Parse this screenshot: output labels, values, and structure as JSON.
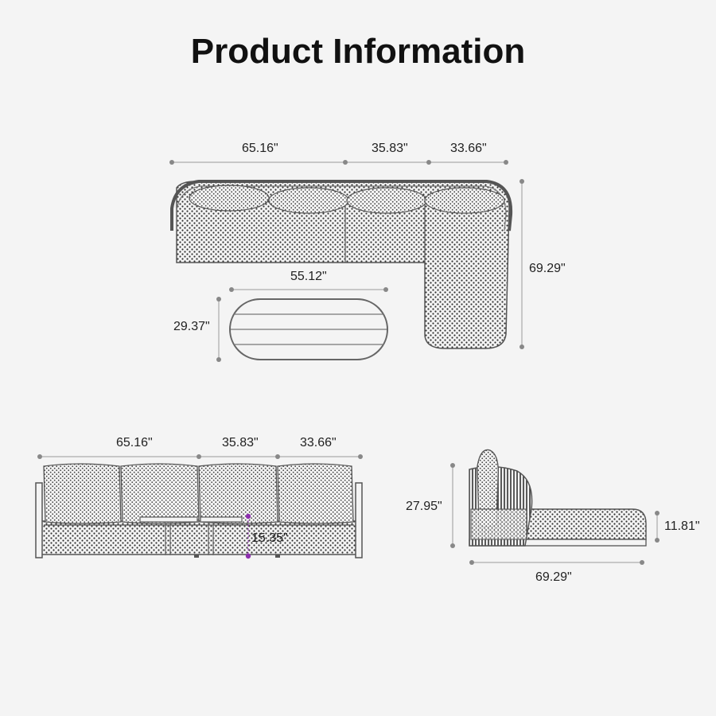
{
  "title": "Product Information",
  "top_view": {
    "width_a": "65.16\"",
    "width_b": "35.83\"",
    "width_c": "33.66\"",
    "depth": "69.29\"",
    "table_width": "55.12\"",
    "table_depth": "29.37\""
  },
  "front_view": {
    "width_a": "65.16\"",
    "width_b": "35.83\"",
    "width_c": "33.66\"",
    "table_height": "15.35\""
  },
  "side_view": {
    "height": "27.95\"",
    "seat_height": "11.81\"",
    "depth": "69.29\""
  },
  "colors": {
    "background": "#f4f4f4",
    "line": "#555555",
    "dim_line": "#9a9a9a",
    "accent": "#8e2fb0"
  }
}
